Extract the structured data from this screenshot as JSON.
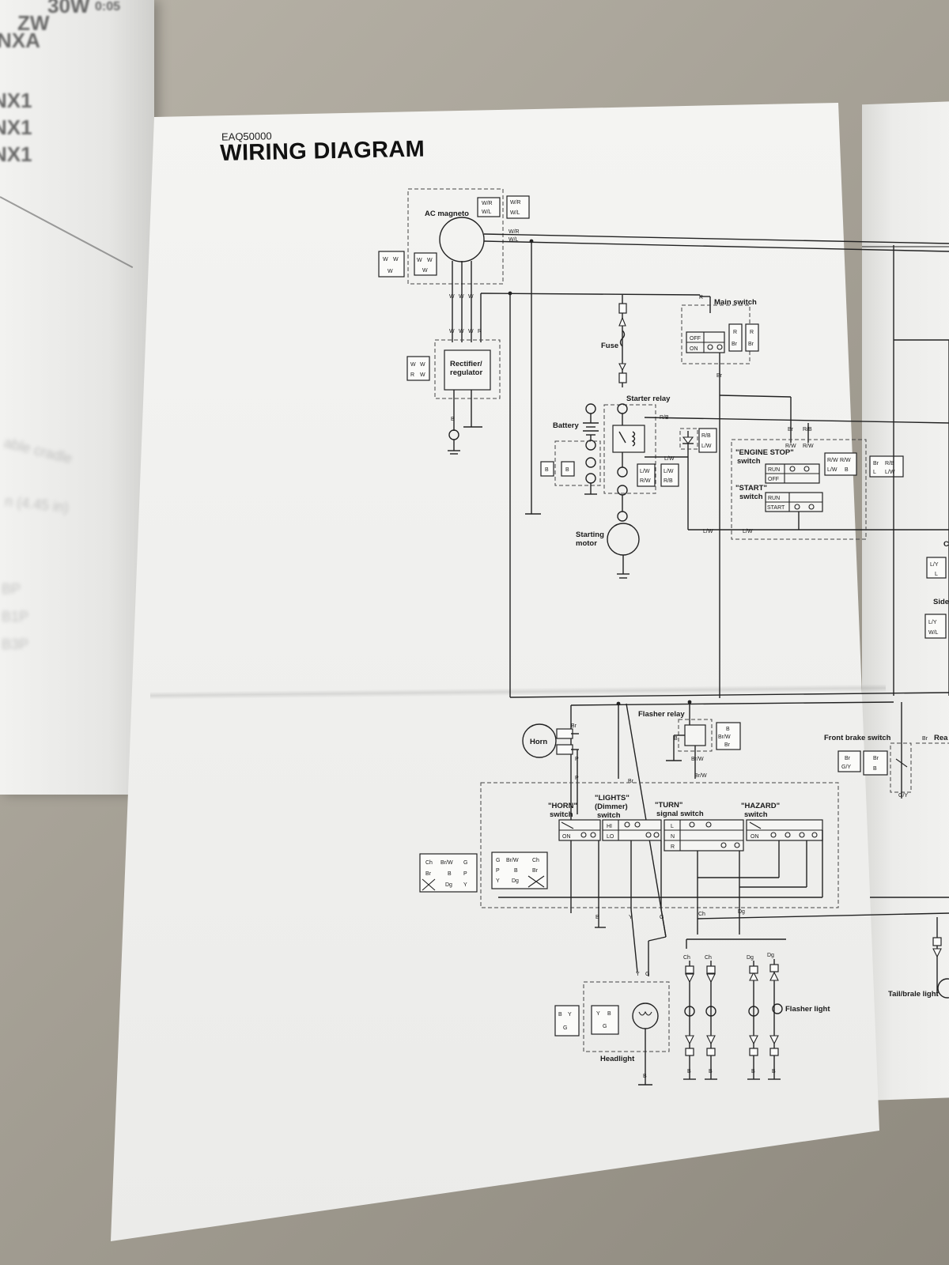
{
  "header": {
    "code": "EAQ50000",
    "title": "WIRING DIAGRAM"
  },
  "left_page": {
    "ghost_lines": [
      "30W",
      "ZW",
      "NXA",
      "NX1",
      "NX1",
      "NX1",
      "0:05"
    ],
    "faint_lines": [
      "able cradle",
      "n (4.45 in)",
      "BP",
      "B1P",
      "B3P"
    ]
  },
  "components": {
    "ac_magneto": "AC magneto",
    "rectifier": "Rectifier/\nregulator",
    "fuse": "Fuse",
    "battery": "Battery",
    "starter_relay": "Starter relay",
    "starting_motor_1": "Starting",
    "starting_motor_2": "motor",
    "main_switch": "Main switch",
    "engine_stop_1": "\"ENGINE STOP\"",
    "engine_stop_2": "switch",
    "start_switch_1": "\"START\"",
    "start_switch_2": "switch",
    "horn": "Horn",
    "flasher_relay": "Flasher relay",
    "front_brake_switch": "Front brake switch",
    "rear_cut": "Rea",
    "side_cut": "Side",
    "c_cut": "C",
    "horn_switch_1": "\"HORN\"",
    "horn_switch_2": "switch",
    "lights_switch_1": "\"LIGHTS\"",
    "lights_switch_2": "(Dimmer)",
    "lights_switch_3": "switch",
    "turn_switch_1": "\"TURN\"",
    "turn_switch_2": "signal switch",
    "hazard_switch_1": "\"HAZARD\"",
    "hazard_switch_2": "switch",
    "headlight": "Headlight",
    "flasher_light": "Flasher light",
    "tail_brake_light": "Tail/brale light"
  },
  "switch_positions": {
    "off": "OFF",
    "on": "ON",
    "run": "RUN",
    "start": "START",
    "hi": "HI",
    "lo": "LO",
    "l": "L",
    "n": "N",
    "r": "R"
  },
  "wire_colors": {
    "wr": "W/R",
    "wl": "W/L",
    "w": "W",
    "r": "R",
    "b": "B",
    "br": "Br",
    "rb": "R/B",
    "lw": "L/W",
    "rw": "R/W",
    "p": "P",
    "y": "Y",
    "g": "G",
    "ch": "Ch",
    "dg": "Dg",
    "brw": "Br/W",
    "gy": "G/Y",
    "ly": "L/Y",
    "l": "L"
  }
}
